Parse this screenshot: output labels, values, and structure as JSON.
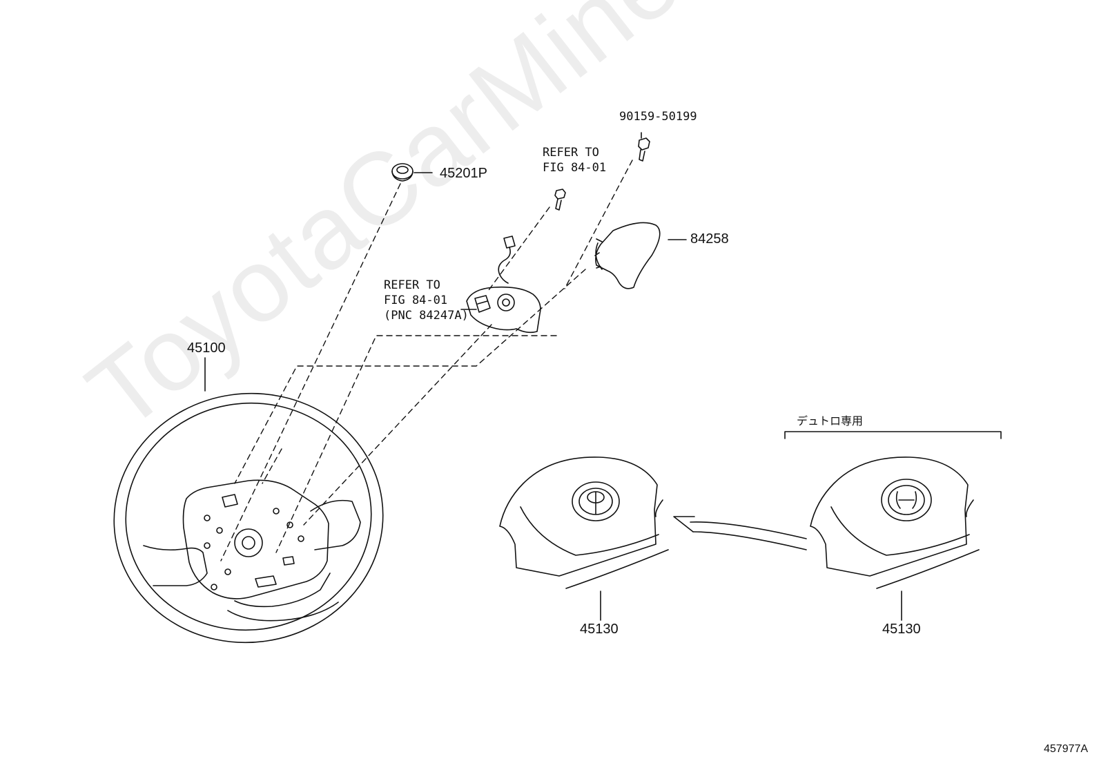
{
  "watermark": "ToyotaCarMine.ru",
  "figure_id": "457977A",
  "labels": {
    "p45201p": "45201P",
    "p90159": "90159-50199",
    "refer_top": [
      "REFER TO",
      "FIG 84-01"
    ],
    "p84258": "84258",
    "refer_mid": [
      "REFER TO",
      "FIG 84-01",
      "(PNC 84247A)"
    ],
    "p45100": "45100",
    "jp_note": "デュトロ専用",
    "p45130_left": "45130",
    "p45130_right": "45130"
  }
}
